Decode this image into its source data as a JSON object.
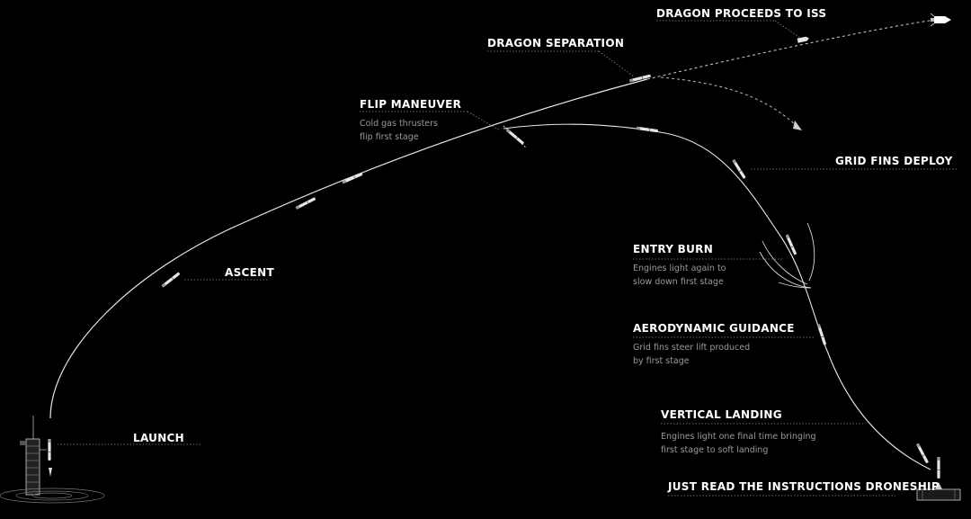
{
  "colors": {
    "background": "#000000",
    "label": "#ffffff",
    "description": "#9a9a9a",
    "trajectory": "#e8e8e8",
    "leader": "#8a8a8a"
  },
  "stages": {
    "launch": {
      "title": "LAUNCH"
    },
    "ascent": {
      "title": "ASCENT"
    },
    "flip": {
      "title": "FLIP MANEUVER",
      "lines": [
        "Cold gas thrusters",
        "flip first stage"
      ]
    },
    "separation": {
      "title": "DRAGON SEPARATION"
    },
    "iss": {
      "title": "DRAGON PROCEEDS TO ISS"
    },
    "gridfins": {
      "title": "GRID FINS DEPLOY"
    },
    "entry": {
      "title": "ENTRY BURN",
      "lines": [
        "Engines light again to",
        "slow down first stage"
      ]
    },
    "aero": {
      "title": "AERODYNAMIC GUIDANCE",
      "lines": [
        "Grid fins steer lift produced",
        "by first stage"
      ]
    },
    "landing": {
      "title": "VERTICAL LANDING",
      "lines": [
        "Engines light one final time bringing",
        "first stage to soft landing"
      ]
    },
    "droneship": {
      "title": "JUST READ THE INSTRUCTIONS DRONESHIP"
    }
  },
  "icons": {
    "launch_tower": "launch-tower-icon",
    "rocket": "rocket-icon",
    "dragon": "dragon-capsule-icon",
    "droneship": "droneship-icon"
  }
}
